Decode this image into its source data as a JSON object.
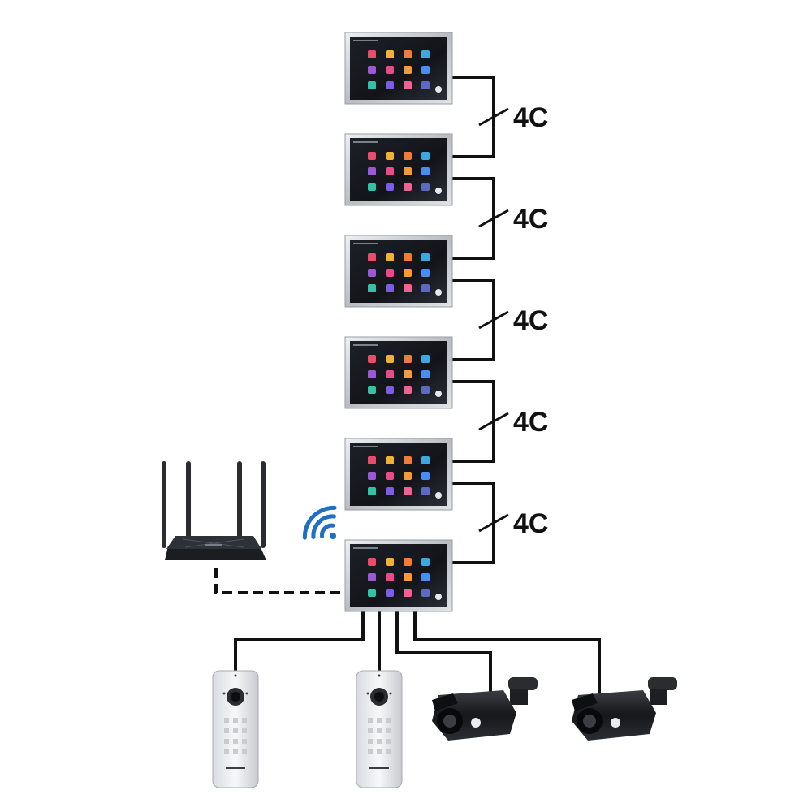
{
  "cable_label": "4C",
  "monitors": [
    {
      "role": "indoor-monitor"
    },
    {
      "role": "indoor-monitor"
    },
    {
      "role": "indoor-monitor"
    },
    {
      "role": "indoor-monitor"
    },
    {
      "role": "indoor-monitor"
    },
    {
      "role": "indoor-monitor-master"
    }
  ],
  "links": [
    {
      "label": "4C"
    },
    {
      "label": "4C"
    },
    {
      "label": "4C"
    },
    {
      "label": "4C"
    },
    {
      "label": "4C"
    }
  ],
  "devices": {
    "router": {
      "icon": "wifi-router-icon"
    },
    "wifi": {
      "icon": "wifi-signal-icon",
      "color": "#1f6fc5"
    },
    "door_stations": [
      {
        "icon": "door-station-icon"
      },
      {
        "icon": "door-station-icon"
      }
    ],
    "cameras": [
      {
        "icon": "bullet-camera-icon"
      },
      {
        "icon": "bullet-camera-icon"
      }
    ]
  },
  "colors": {
    "wire": "#111111",
    "bezel": "#c9ccd0",
    "screen": "#14161c",
    "app_icons": [
      "#e94d6a",
      "#f2b134",
      "#f27b3b",
      "#3fa7e0",
      "#9b59d6",
      "#e84a8a",
      "#f59a3a",
      "#4a8df0",
      "#34c1a6",
      "#7d5ce6",
      "#f06292",
      "#5c6bc0"
    ]
  }
}
